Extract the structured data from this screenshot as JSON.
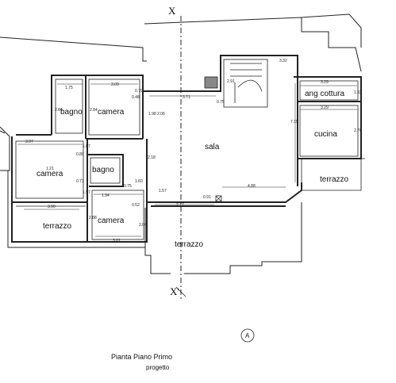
{
  "rooms": {
    "bagno_top": "bagno",
    "camera_top": "camera",
    "sala": "sala",
    "ang_cottura": "ang cottura",
    "cucina": "cucina",
    "camera_left": "camera",
    "bagno_mid": "bagno",
    "camera_bottom": "camera",
    "terrazzo_left": "terrazzo",
    "terrazzo_center": "terrazzo",
    "terrazzo_right": "terrazzo"
  },
  "dimensions": {
    "d175": "1.75",
    "d309": "3.09",
    "d079": "0.79",
    "d048": "0.48",
    "d284a": "2.84",
    "d284b": "2.84",
    "d371": "3.71",
    "d075": "0.75",
    "d198": "1.98",
    "d206": "2.06",
    "d332": "3.32",
    "d291": "2.91",
    "d329a": "3.29",
    "d132": "1.32",
    "d329b": "3.29",
    "d276": "2.76",
    "d715": "7.15",
    "d397": "3.97",
    "d107": "1.07",
    "d080": "0.80",
    "d121": "1.21",
    "d218": "2.18",
    "d073": "0.73",
    "d194": "1.94",
    "d157a": "1.57",
    "d157b": "1.57",
    "d075b": "0.75",
    "d160": "1.60",
    "d390": "3.90",
    "d288": "2.88",
    "d052": "0.52",
    "d277": "2.77",
    "d091": "0.91",
    "d488": "4.88",
    "d301": "3.01",
    "d206b": "2.06"
  },
  "section": {
    "top": "X",
    "bottom": "X'"
  },
  "marker": "A",
  "caption": {
    "title": "Pianta Piano Primo",
    "subtitle": "progetto"
  }
}
